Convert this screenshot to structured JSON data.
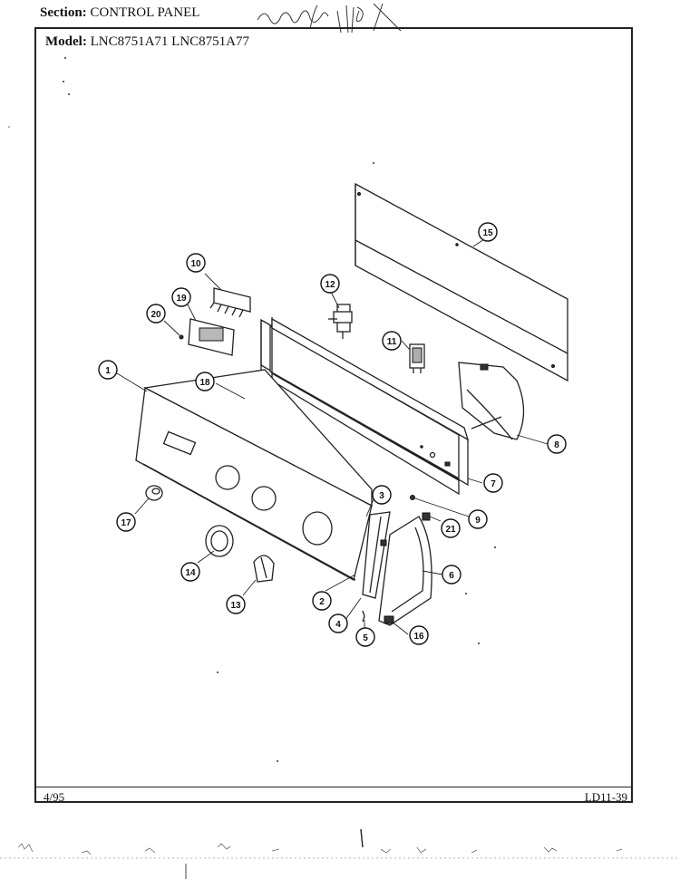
{
  "header": {
    "section_label": "Section:",
    "section_value": "CONTROL PANEL",
    "model_label": "Model:",
    "model_value": "LNC8751A71 LNC8751A77"
  },
  "footer": {
    "date": "4/95",
    "page_id": "LD11-39"
  },
  "callouts": [
    "1",
    "2",
    "3",
    "4",
    "5",
    "6",
    "7",
    "8",
    "9",
    "10",
    "11",
    "12",
    "13",
    "14",
    "15",
    "16",
    "17",
    "18",
    "19",
    "20",
    "21"
  ]
}
